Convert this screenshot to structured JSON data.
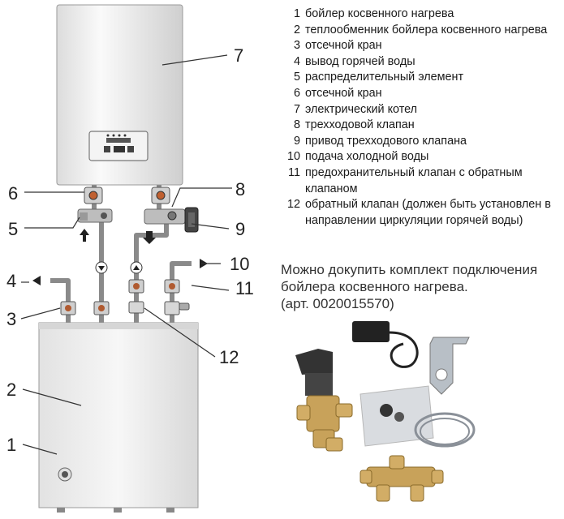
{
  "callouts": [
    "1",
    "2",
    "3",
    "4",
    "5",
    "6",
    "7",
    "8",
    "9",
    "10",
    "11",
    "12"
  ],
  "legend": [
    {
      "num": "1",
      "text": "бойлер косвенного нагрева"
    },
    {
      "num": "2",
      "text": "теплообменник бойлера косвенного нагрева"
    },
    {
      "num": "3",
      "text": "отсечной кран"
    },
    {
      "num": "4",
      "text": "вывод горячей воды"
    },
    {
      "num": "5",
      "text": "распределительный элемент"
    },
    {
      "num": "6",
      "text": "отсечной кран"
    },
    {
      "num": "7",
      "text": "электрический котел"
    },
    {
      "num": "8",
      "text": "трехходовой клапан"
    },
    {
      "num": "9",
      "text": "привод трехходового клапана"
    },
    {
      "num": "10",
      "text": "подача холодной воды"
    },
    {
      "num": "11",
      "text": "предохранительный клапан с обратным клапаном"
    },
    {
      "num": "12",
      "text": "обратный клапан (должен быть установлен в направлении циркуляции горячей воды)"
    }
  ],
  "note": {
    "line1": "Можно докупить комплект подключения",
    "line2": "бойлера косвенного нагрева.",
    "line3": "(арт. 0020015570)"
  },
  "colors": {
    "pipe": "#8a8a8a",
    "body": "#f2f2f2",
    "brass": "#c8a25a",
    "line": "#333333"
  }
}
